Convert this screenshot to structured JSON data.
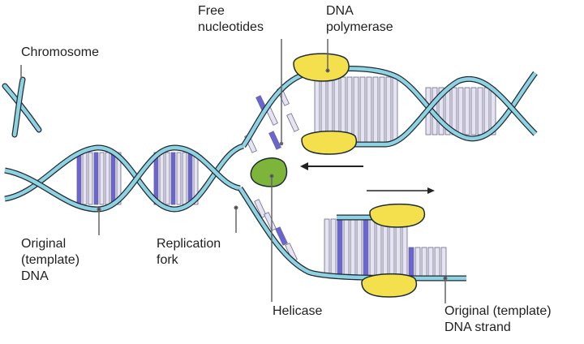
{
  "labels": {
    "chromosome": "Chromosome",
    "free_nucleotides": "Free\nnucleotides",
    "dna_polymerase": "DNA\npolymerase",
    "original_dna": "Original\n(template)\nDNA",
    "replication_fork": "Replication\nfork",
    "helicase": "Helicase",
    "original_strand": "Original (template)\nDNA strand"
  },
  "colors": {
    "backbone": "#8fd3e3",
    "backbone_edge": "#1e2b33",
    "base_pair": "#e6e3f2",
    "base_edge": "#6b6a86",
    "base_accent": "#6a64d6",
    "polymerase": "#f4e04d",
    "helicase": "#7db53a",
    "text": "#1f1f1f"
  },
  "icons": {
    "chromosome": "chromosome-icon",
    "polymerase": "dna-polymerase-enzyme",
    "helicase": "helicase-enzyme"
  }
}
